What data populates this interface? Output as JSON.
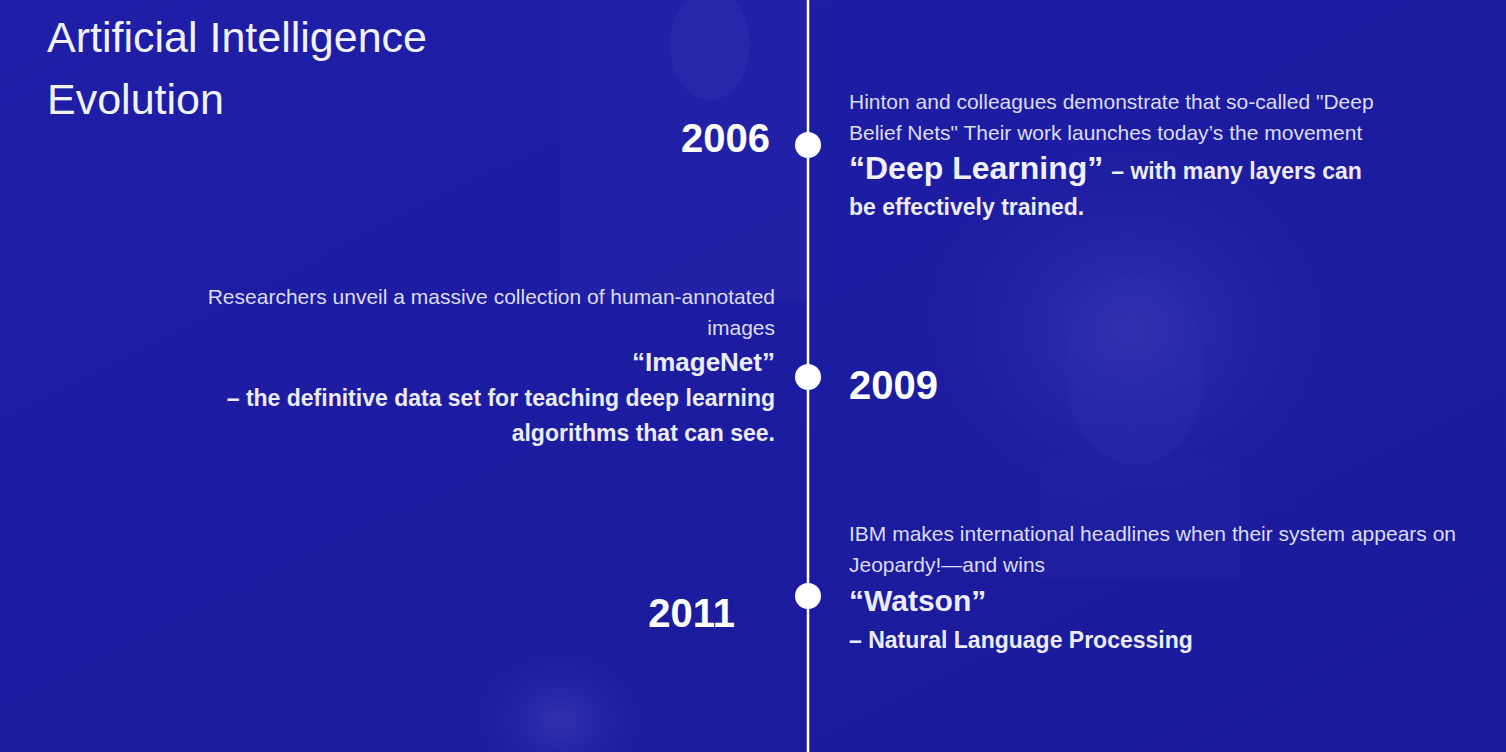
{
  "diagram": {
    "title": "Artificial Intelligence Evolution",
    "labels": [
      "2006",
      "Hinton and colleagues demonstrate that so-called \"Deep Belief Nets\" Their work launches today’s the movement",
      "“Deep Learning”",
      "– with many layers can be effectively trained.",
      "Researchers unveil a massive collection of human-annotated images",
      "“ImageNet”",
      "– the definitive data set for teaching deep learning algorithms that can see.",
      "2009",
      "2011",
      "IBM makes international headlines when their system appears on Jeopardy!—and wins",
      "“Watson”",
      "– Natural Language Processing"
    ]
  }
}
